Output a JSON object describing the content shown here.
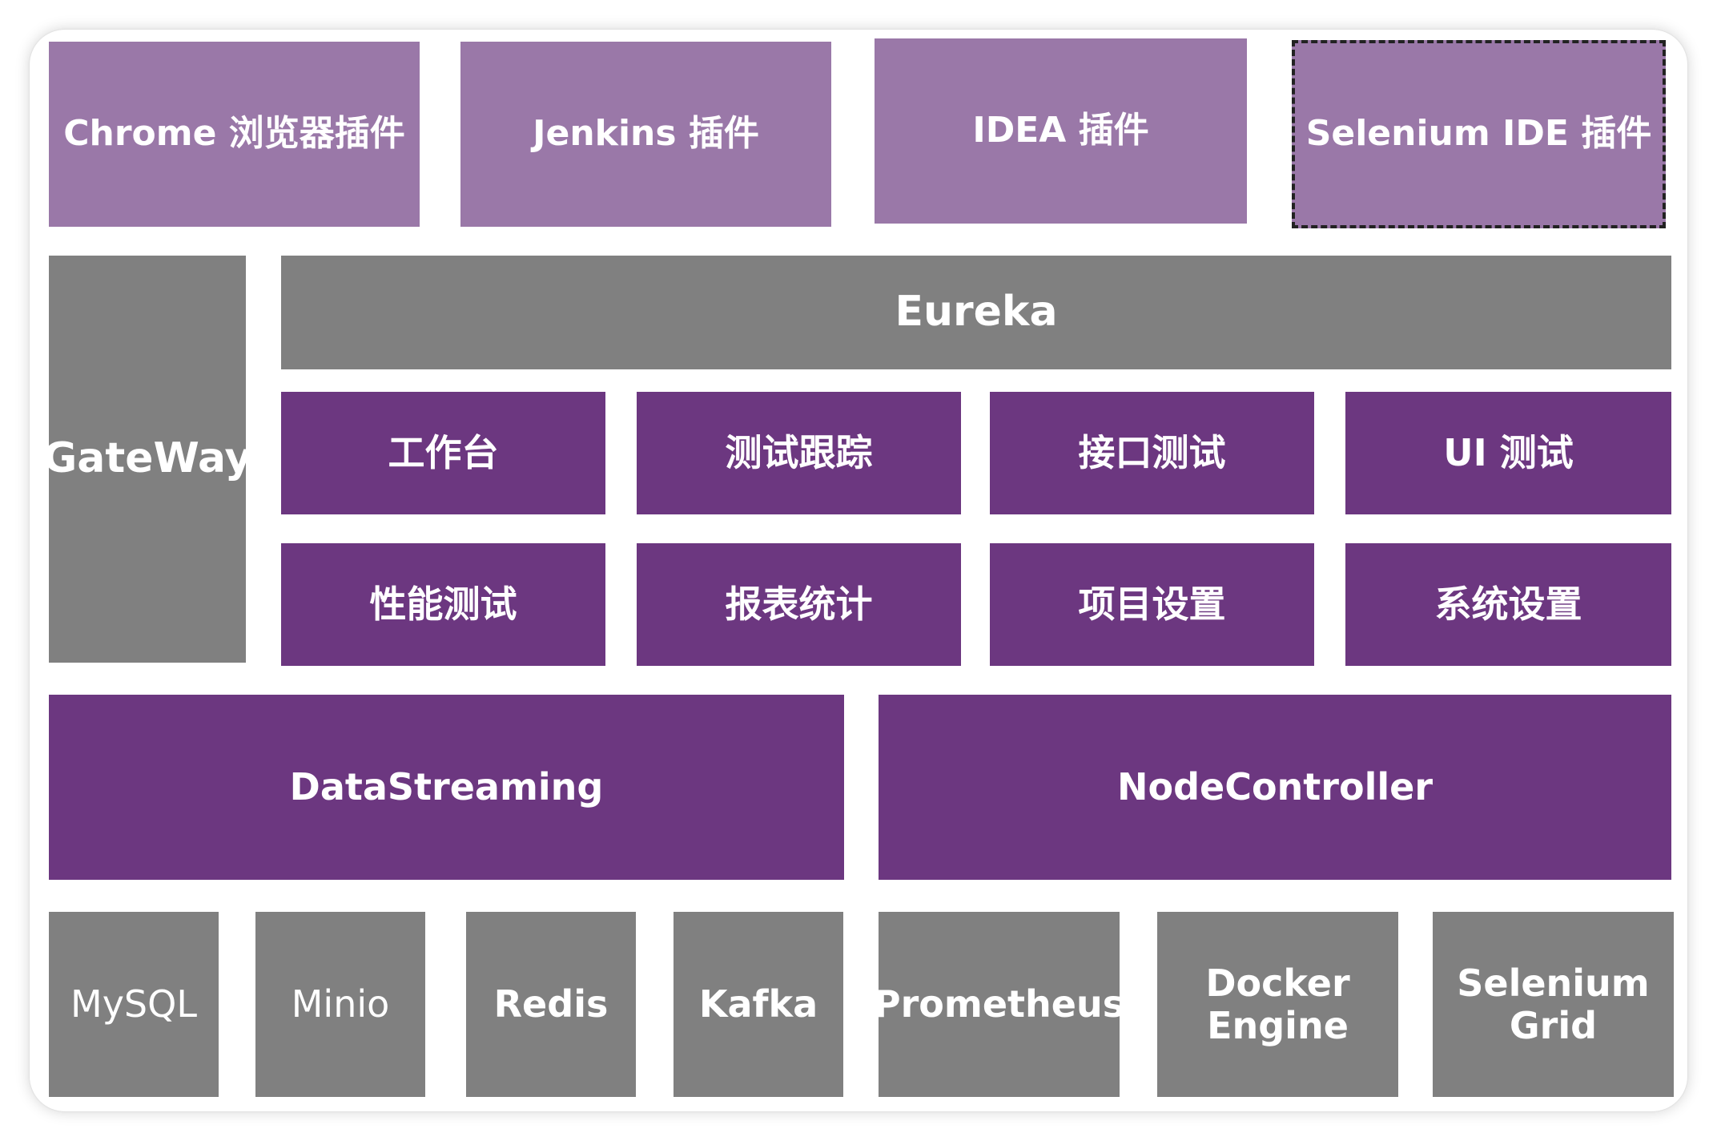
{
  "plugins": [
    {
      "label": "Chrome 浏览器插件"
    },
    {
      "label": "Jenkins 插件"
    },
    {
      "label": "IDEA 插件"
    },
    {
      "label": "Selenium IDE 插件"
    }
  ],
  "gateway": {
    "label": "GateWay"
  },
  "eureka": {
    "label": "Eureka"
  },
  "modules": [
    {
      "label": "工作台"
    },
    {
      "label": "测试跟踪"
    },
    {
      "label": "接口测试"
    },
    {
      "label": "UI 测试"
    },
    {
      "label": "性能测试"
    },
    {
      "label": "报表统计"
    },
    {
      "label": "项目设置"
    },
    {
      "label": "系统设置"
    }
  ],
  "services": [
    {
      "label": "DataStreaming"
    },
    {
      "label": "NodeController"
    }
  ],
  "infrastructure": [
    {
      "label": "MySQL"
    },
    {
      "label": "Minio"
    },
    {
      "label": "Redis"
    },
    {
      "label": "Kafka"
    },
    {
      "label": "Prometheus"
    },
    {
      "label": "Docker\nEngine"
    },
    {
      "label": "Selenium\nGrid"
    }
  ],
  "colors": {
    "plugin": "#9a78a8",
    "gray": "#808080",
    "purple": "#6c3780",
    "text": "#ffffff"
  }
}
